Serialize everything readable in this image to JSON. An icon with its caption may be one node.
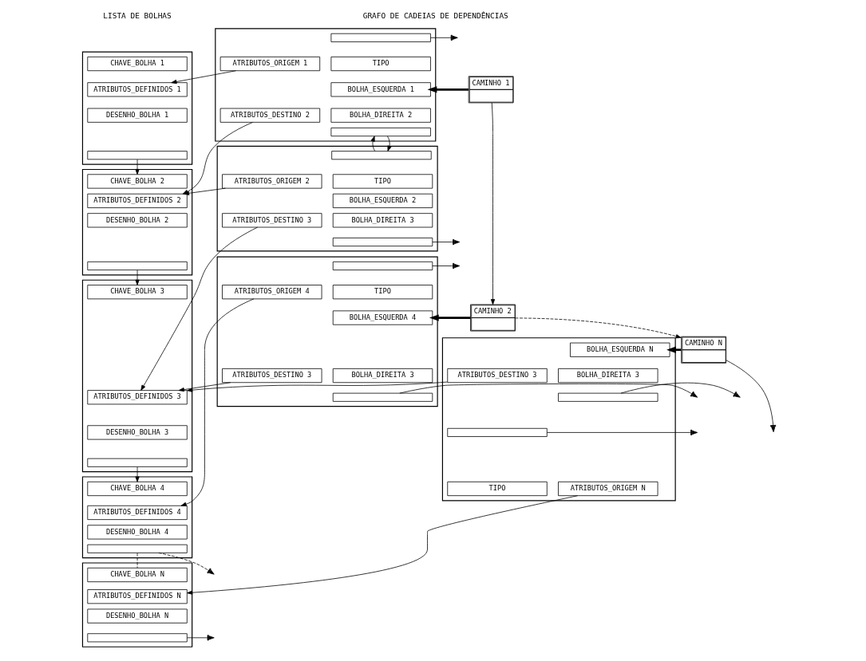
{
  "diagram": {
    "nodes": [
      {
        "text": [
          "CAMINHO 1"
        ]
      },
      {
        "text": [
          "CAMINHO 2"
        ]
      },
      {
        "text": [
          "CAMINHO N"
        ]
      },
      {
        "text": [],
        "shape": "box"
      },
      {
        "text": [],
        "shape": "box",
        "in": 3
      },
      {
        "text": [
          "TIPO"
        ],
        "in": 3
      },
      {
        "text": [
          "BOLHA_ESQUERDA 1"
        ],
        "in": 3
      },
      {
        "text": [
          "BOLHA_DIREITA 2"
        ],
        "in": 3
      },
      {
        "text": [
          "ATRIBUTOS_ORIGEM 1"
        ],
        "in": 3
      },
      {
        "text": [
          "ATRIBUTOS_DESTINO 2"
        ],
        "in": 3
      },
      {
        "text": [],
        "shape": "box",
        "in": 3
      },
      {
        "text": [],
        "shape": "box"
      },
      {
        "text": [],
        "shape": "box",
        "in": 11
      },
      {
        "text": [
          "TIPO"
        ],
        "in": 11
      },
      {
        "text": [
          "BOLHA_ESQUERDA 2"
        ],
        "in": 11
      },
      {
        "text": [
          "BOLHA_DIREITA 3"
        ],
        "in": 11
      },
      {
        "text": [
          "ATRIBUTOS_ORIGEM 2"
        ],
        "in": 11
      },
      {
        "text": [
          "ATRIBUTOS_DESTINO 3"
        ],
        "in": 11
      },
      {
        "text": [],
        "shape": "box",
        "in": 11
      },
      {
        "text": [],
        "shape": "box"
      },
      {
        "text": [],
        "shape": "box",
        "in": 19
      },
      {
        "text": [
          "TIPO"
        ],
        "in": 19
      },
      {
        "text": [
          "BOLHA_ESQUERDA 4"
        ],
        "in": 19
      },
      {
        "text": [
          "BOLHA_DIREITA 3"
        ],
        "in": 19
      },
      {
        "text": [
          "ATRIBUTOS_ORIGEM 4"
        ],
        "in": 19
      },
      {
        "text": [
          "ATRIBUTOS_DESTINO 3"
        ],
        "in": 19
      },
      {
        "text": [],
        "shape": "box",
        "in": 19
      },
      {
        "text": [],
        "shape": "box"
      },
      {
        "text": [],
        "shape": "box",
        "in": 27
      },
      {
        "text": [
          "TIPO"
        ],
        "in": 27
      },
      {
        "text": [
          "BOLHA_ESQUERDA N"
        ],
        "in": 27
      },
      {
        "text": [
          "BOLHA_DIREITA 3"
        ],
        "in": 27
      },
      {
        "text": [
          "ATRIBUTOS_ORIGEM N"
        ],
        "in": 27
      },
      {
        "text": [
          "ATRIBUTOS_DESTINO 3"
        ],
        "in": 27
      },
      {
        "text": [],
        "shape": "box",
        "in": 27
      },
      {
        "text": [],
        "shape": "box"
      },
      {
        "text": [
          "CHAVE_BOLHA 1"
        ],
        "in": 35
      },
      {
        "text": [
          "ATRIBUTOS_DEFINIDOS 1"
        ],
        "in": 35
      },
      {
        "text": [
          "DESENHO_BOLHA 1"
        ],
        "in": 35
      },
      {
        "text": [],
        "shape": "box",
        "in": 35
      },
      {
        "text": [],
        "shape": "box"
      },
      {
        "text": [
          "CHAVE_BOLHA 2"
        ],
        "in": 40
      },
      {
        "text": [
          "ATRIBUTOS_DEFINIDOS 2"
        ],
        "in": 40
      },
      {
        "text": [
          "DESENHO_BOLHA 2"
        ],
        "in": 40
      },
      {
        "text": [],
        "shape": "box",
        "in": 40
      },
      {
        "text": [],
        "shape": "box"
      },
      {
        "text": [
          "CHAVE_BOLHA 3"
        ],
        "in": 45
      },
      {
        "text": [
          "ATRIBUTOS_DEFINIDOS 3"
        ],
        "in": 45
      },
      {
        "text": [
          "DESENHO_BOLHA 3"
        ],
        "in": 45
      },
      {
        "text": [],
        "shape": "box",
        "in": 45
      },
      {
        "text": [],
        "shape": "box"
      },
      {
        "text": [
          "CHAVE_BOLHA 4"
        ],
        "in": 50
      },
      {
        "text": [
          "ATRIBUTOS_DEFINIDOS 4"
        ],
        "in": 50
      },
      {
        "text": [
          "DESENHO_BOLHA 4"
        ],
        "in": 50
      },
      {
        "text": [],
        "shape": "box",
        "in": 50
      },
      {
        "text": [],
        "shape": "box"
      },
      {
        "text": [
          "CHAVE_BOLHA N"
        ],
        "in": 55
      },
      {
        "text": [
          "ATRIBUTOS_DEFINIDOS N"
        ],
        "in": 55
      },
      {
        "text": [
          "DESENHO_BOLHA N"
        ],
        "in": 55
      },
      {
        "text": [],
        "shape": "box",
        "in": 55
      }
    ],
    "edges": [
      {
        "from": 0,
        "to": 6,
        "arrow": "to",
        "style": "thick"
      },
      {
        "from": 0,
        "to": 1,
        "arrow": "to"
      },
      {
        "from": 1,
        "to": 22,
        "arrow": "to",
        "style": "thick"
      },
      {
        "from": 1,
        "to": 2,
        "arrow": "to",
        "style": "dashed"
      },
      {
        "from": 2,
        "to": 30,
        "arrow": "to",
        "style": "thick"
      },
      {
        "from": 2,
        "to": null,
        "arrow": "to"
      },
      {
        "from": 4,
        "to": null,
        "arrow": "to"
      },
      {
        "from": 10,
        "to": 12,
        "arrow": "to"
      },
      {
        "from": 12,
        "to": 10,
        "arrow": "to"
      },
      {
        "from": 18,
        "to": null,
        "arrow": "to"
      },
      {
        "from": 20,
        "to": null,
        "arrow": "to"
      },
      {
        "from": 26,
        "to": null,
        "arrow": "to"
      },
      {
        "from": 28,
        "to": null,
        "arrow": "to"
      },
      {
        "from": 34,
        "to": null,
        "arrow": "to"
      },
      {
        "from": 8,
        "to": 37,
        "arrow": "to"
      },
      {
        "from": 9,
        "to": 42,
        "arrow": "to"
      },
      {
        "from": 16,
        "to": 42,
        "arrow": "to"
      },
      {
        "from": 17,
        "to": 47,
        "arrow": "to"
      },
      {
        "from": 24,
        "to": 52,
        "arrow": "to"
      },
      {
        "from": 25,
        "to": 47,
        "arrow": "to"
      },
      {
        "from": 32,
        "to": 57,
        "arrow": "to"
      },
      {
        "from": 33,
        "to": 47,
        "arrow": "to"
      },
      {
        "from": 39,
        "to": 41,
        "arrow": "to"
      },
      {
        "from": 44,
        "to": 46,
        "arrow": "to"
      },
      {
        "from": 49,
        "to": 51,
        "arrow": "to"
      },
      {
        "from": 54,
        "to": null,
        "arrow": "to",
        "style": "dashed"
      },
      {
        "from": 54,
        "to": 56,
        "arrow": "none",
        "style": "dashed"
      },
      {
        "from": 59,
        "to": null,
        "arrow": "to"
      }
    ],
    "labels": [
      "GRAFO DE CADEIAS DE DEPENDÊNCIAS",
      "LISTA DE BOLHAS"
    ]
  }
}
